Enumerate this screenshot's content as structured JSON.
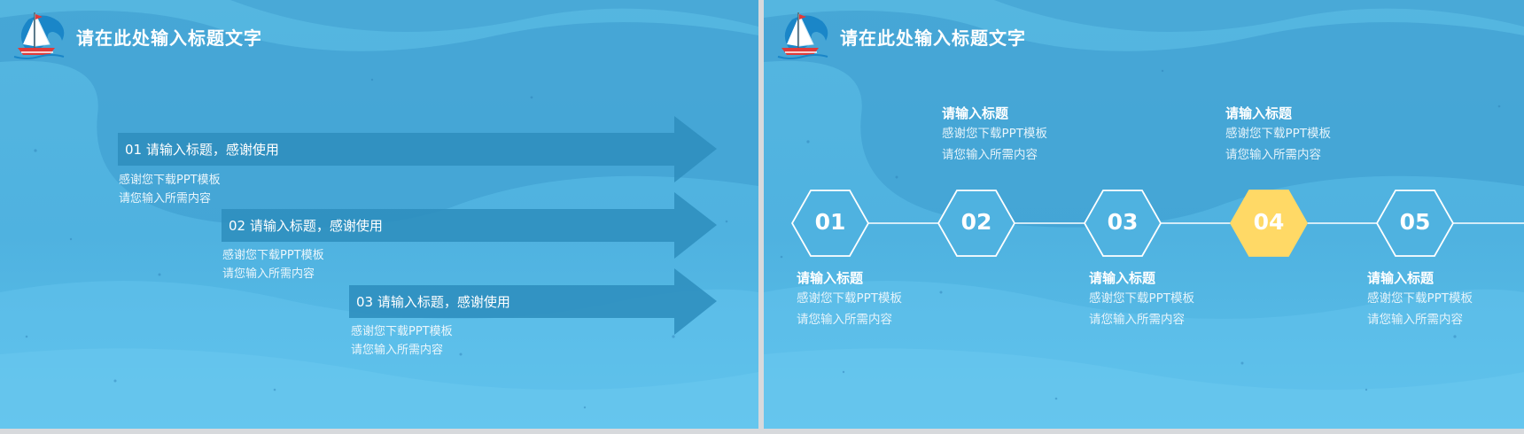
{
  "colors": {
    "background": "#4fb2e0",
    "arrow": "#2f8fbf",
    "highlight_hex": "#ffd966",
    "hex_stroke": "#ffffff",
    "text": "#ffffff"
  },
  "icons": {
    "logo": "sailboat-wave-icon"
  },
  "slides": [
    {
      "title": "请在此处输入标题文字",
      "items": [
        {
          "label": "01 请输入标题，感谢使用",
          "line1": "感谢您下载PPT模板",
          "line2": "请您输入所需内容"
        },
        {
          "label": "02 请输入标题，感谢使用",
          "line1": "感谢您下载PPT模板",
          "line2": "请您输入所需内容"
        },
        {
          "label": "03 请输入标题，感谢使用",
          "line1": "感谢您下载PPT模板",
          "line2": "请您输入所需内容"
        }
      ]
    },
    {
      "title": "请在此处输入标题文字",
      "steps": [
        {
          "num": "01",
          "title": "请输入标题",
          "line1": "感谢您下载PPT模板",
          "line2": "请您输入所需内容",
          "position": "below",
          "highlight": false
        },
        {
          "num": "02",
          "title": "请输入标题",
          "line1": "感谢您下载PPT模板",
          "line2": "请您输入所需内容",
          "position": "above",
          "highlight": false
        },
        {
          "num": "03",
          "title": "请输入标题",
          "line1": "感谢您下载PPT模板",
          "line2": "请您输入所需内容",
          "position": "below",
          "highlight": false
        },
        {
          "num": "04",
          "title": "请输入标题",
          "line1": "感谢您下载PPT模板",
          "line2": "请您输入所需内容",
          "position": "above",
          "highlight": true
        },
        {
          "num": "05",
          "title": "请输入标题",
          "line1": "感谢您下载PPT模板",
          "line2": "请您输入所需内容",
          "position": "below",
          "highlight": false
        }
      ]
    }
  ]
}
